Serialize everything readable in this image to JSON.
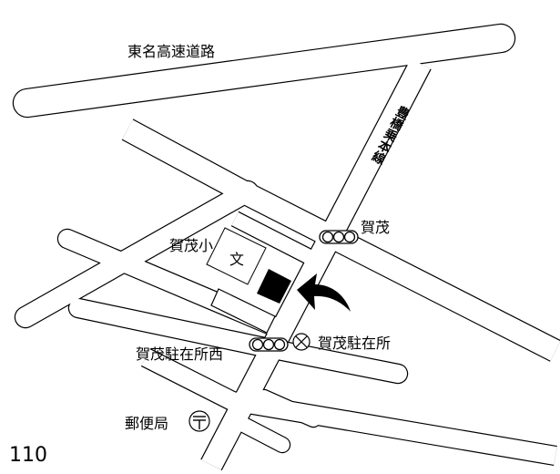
{
  "map": {
    "labels": {
      "expressway": "東名高速道路",
      "route": "豊橋乗本線",
      "kamo_signal": "賀茂",
      "school": "賀茂小",
      "school_symbol": "文",
      "police_west_signal": "賀茂駐在所西",
      "police_box": "賀茂駐在所",
      "post_office": "郵便局",
      "route_number": "110"
    },
    "icons": {
      "traffic_signal": "traffic-signal-icon",
      "police_box": "police-box-icon",
      "post_office": "post-office-icon",
      "school": "school-icon",
      "destination_arrow": "curved-arrow-icon"
    },
    "colors": {
      "ink": "#000000",
      "paper": "#ffffff"
    }
  }
}
